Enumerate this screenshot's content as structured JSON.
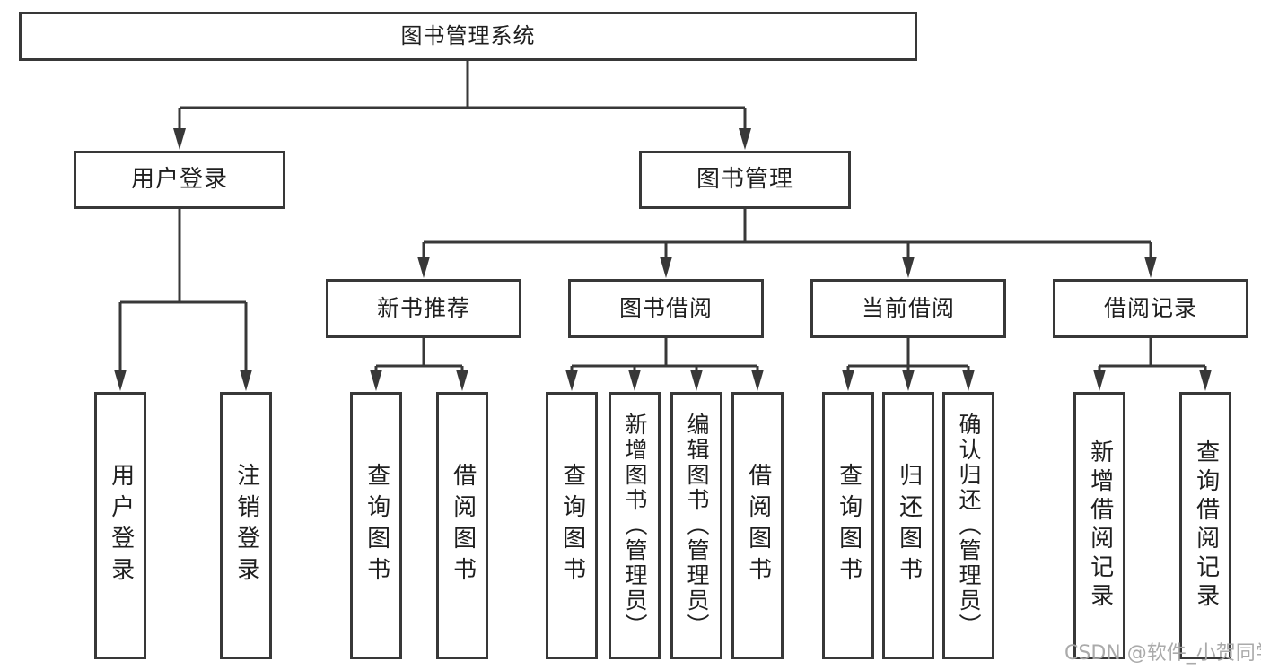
{
  "title": "图书管理系统",
  "tree": {
    "label": "图书管理系统",
    "children": [
      {
        "label": "用户登录",
        "children": [
          {
            "label": "用户登录"
          },
          {
            "label": "注销登录"
          }
        ]
      },
      {
        "label": "图书管理",
        "children": [
          {
            "label": "新书推荐",
            "children": [
              {
                "label": "查询图书"
              },
              {
                "label": "借阅图书"
              }
            ]
          },
          {
            "label": "图书借阅",
            "children": [
              {
                "label": "查询图书"
              },
              {
                "label": "新增图书（管理员）"
              },
              {
                "label": "编辑图书（管理员）"
              },
              {
                "label": "借阅图书"
              }
            ]
          },
          {
            "label": "当前借阅",
            "children": [
              {
                "label": "查询图书"
              },
              {
                "label": "归还图书"
              },
              {
                "label": "确认归还（管理员）"
              }
            ]
          },
          {
            "label": "借阅记录",
            "children": [
              {
                "label": "新增借阅记录"
              },
              {
                "label": "查询借阅记录"
              }
            ]
          }
        ]
      }
    ]
  },
  "watermark": {
    "text": "CSDN @软件_小贺同学"
  },
  "colors": {
    "line": "#383838",
    "box_border": "#383838",
    "text": "#1f1f1f",
    "watermark": "#a5a5a5",
    "background": "#ffffff"
  }
}
